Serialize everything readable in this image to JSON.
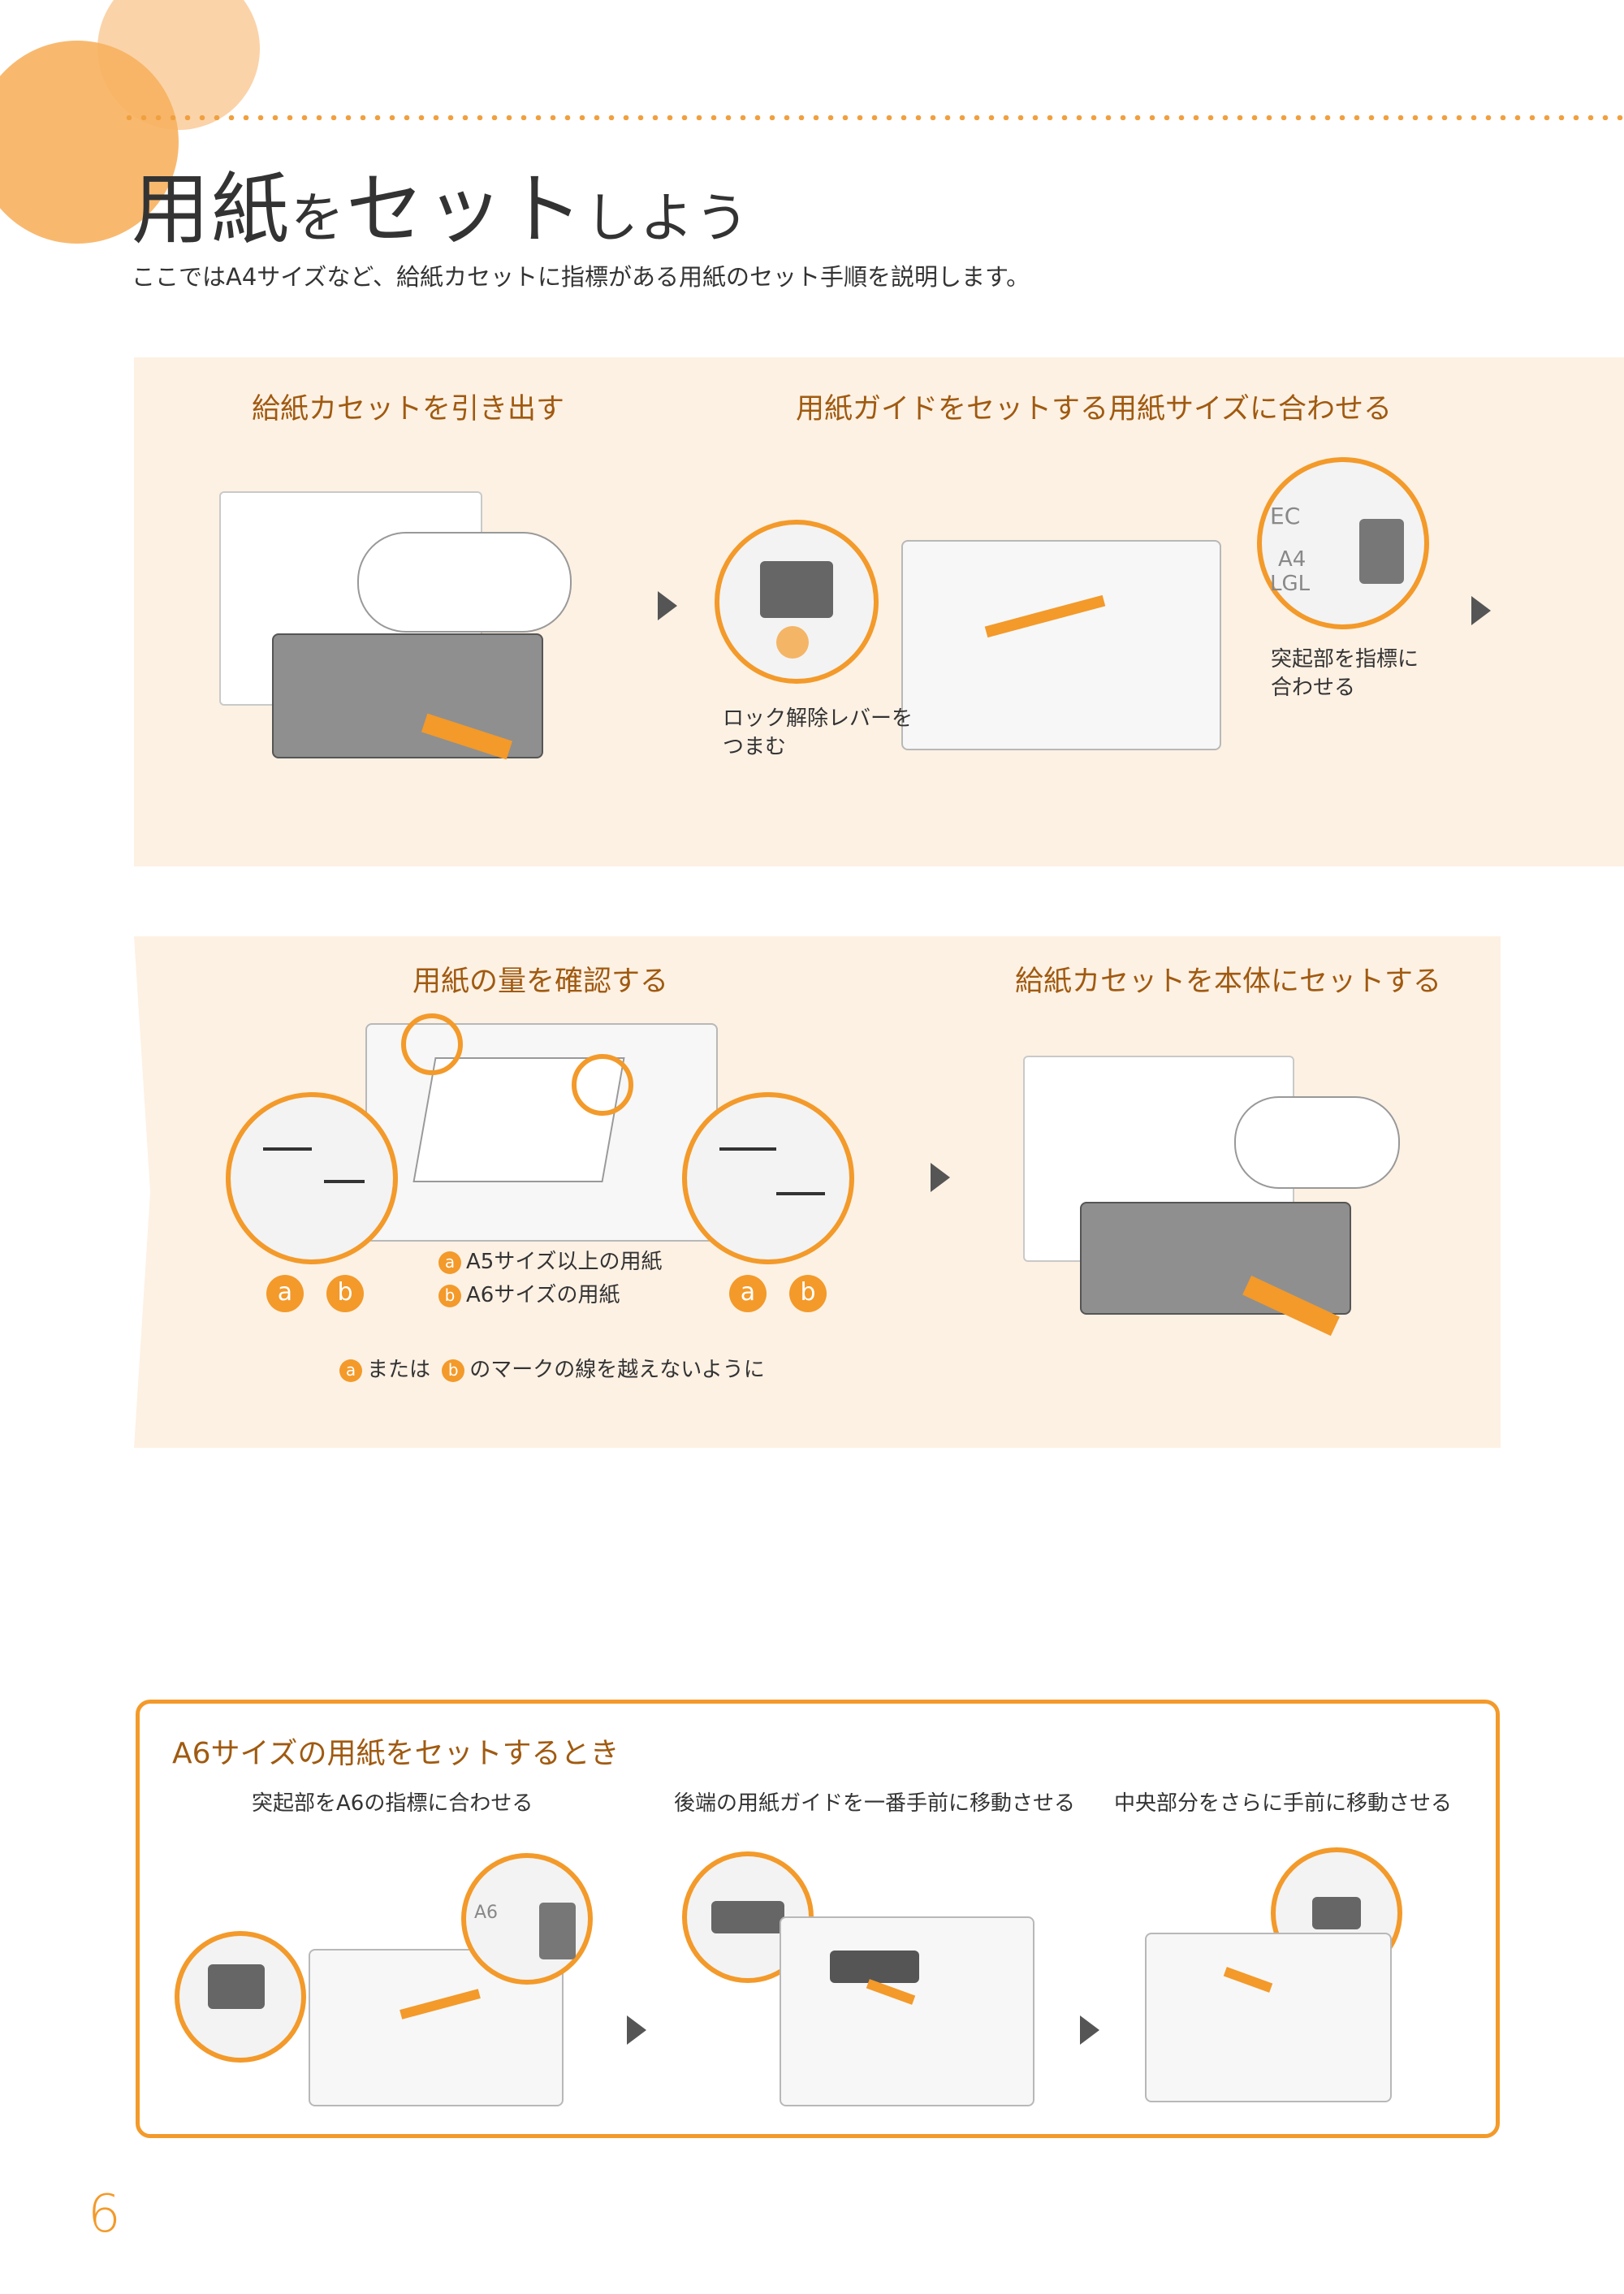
{
  "header": {
    "title_main": "用紙",
    "title_small1": "を",
    "title_main2": "セット",
    "title_small2": "しよう",
    "subtitle": "ここではA4サイズなど、給紙カセットに指標がある用紙のセット手順を説明します。"
  },
  "steps": {
    "step1": {
      "heading": "給紙カセットを引き出す"
    },
    "step2": {
      "heading": "用紙ガイドをセットする用紙サイズに合わせる",
      "caption_lever_1": "ロック解除レバーを",
      "caption_lever_2": "つまむ",
      "caption_mark_1": "突起部を指標に",
      "caption_mark_2": "合わせる",
      "zoom_label_1": "EC",
      "zoom_label_2": "A4",
      "zoom_label_3": "LGL"
    },
    "step3": {
      "heading": "用紙の量を確認する",
      "legend_a_letter": "a",
      "legend_a_text": "A5サイズ以上の用紙",
      "legend_b_letter": "b",
      "legend_b_text": "A6サイズの用紙",
      "badge_a": "a",
      "badge_b": "b",
      "note_a": "a",
      "note_mid": "または",
      "note_b": "b",
      "note_end": "のマークの線を越えないように"
    },
    "step4": {
      "heading": "給紙カセットを本体にセットする"
    }
  },
  "a6_box": {
    "title": "A6サイズの用紙をセットするとき",
    "cap1": "突起部をA6の指標に合わせる",
    "cap2": "後端の用紙ガイドを一番手前に移動させる",
    "cap3": "中央部分をさらに手前に移動させる",
    "zoom_label": "A6"
  },
  "page_number": "6",
  "colors": {
    "accent": "#f39a2a",
    "panel": "#fdf1e4",
    "heading": "#a05a10"
  }
}
